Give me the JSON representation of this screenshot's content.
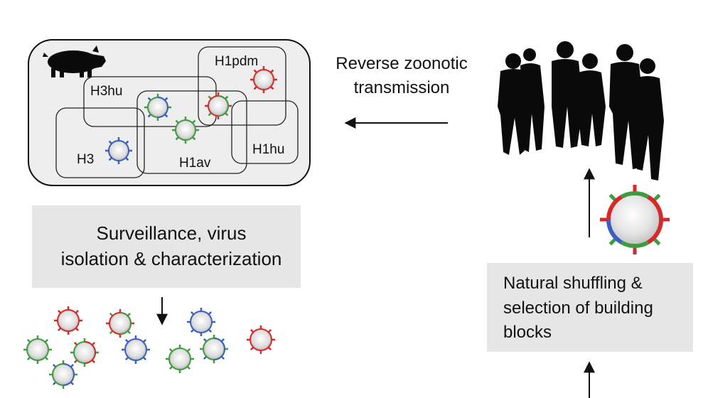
{
  "pig_box": {
    "labels": {
      "h1pdm": "H1pdm",
      "h3hu": "H3hu",
      "h3": "H3",
      "h1av": "H1av",
      "h1hu": "H1hu"
    }
  },
  "transmission_label": {
    "line1": "Reverse zoonotic",
    "line2": "transmission"
  },
  "surveillance_box": {
    "line1": "Surveillance, virus",
    "line2": "isolation & characterization"
  },
  "shuffling_box": {
    "line1": "Natural shuffling &",
    "line2": "selection of building",
    "line3": "blocks"
  },
  "colors": {
    "red": "#d62a2a",
    "green": "#3f9b3f",
    "blue": "#3a5fbf",
    "box_fill": "#e6e6e6",
    "pig_box_fill": "#eeeeee",
    "silhouette": "#0a0a0a"
  },
  "icons": [
    "pig-icon",
    "people-silhouette-icon",
    "virus-icon"
  ]
}
